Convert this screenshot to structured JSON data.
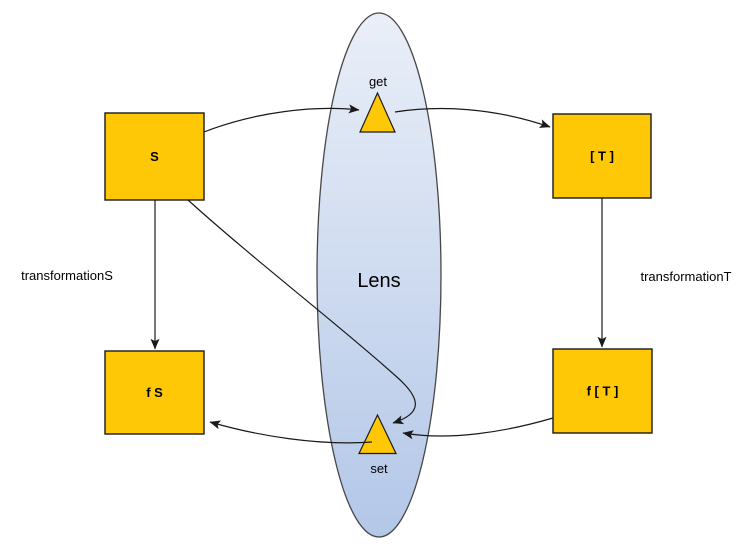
{
  "diagram": {
    "lens": {
      "label": "Lens"
    },
    "nodes": {
      "source": {
        "label": "S"
      },
      "target": {
        "label": "[ T ]"
      },
      "source_result": {
        "label": "f S"
      },
      "target_result": {
        "label": "f [ T ]"
      }
    },
    "ports": {
      "get": {
        "label": "get"
      },
      "set": {
        "label": "set"
      }
    },
    "edge_labels": {
      "left": "transformationS",
      "right": "transformationT"
    },
    "colors": {
      "node_fill": "#FFC806",
      "node_stroke": "#1a1a1a",
      "ellipse_stroke": "#474747",
      "ellipse_gradient_top": "#EAEFF8",
      "ellipse_gradient_bottom": "#B3C7E8",
      "arrow": "#1a1a1a",
      "text": "#000000"
    }
  }
}
